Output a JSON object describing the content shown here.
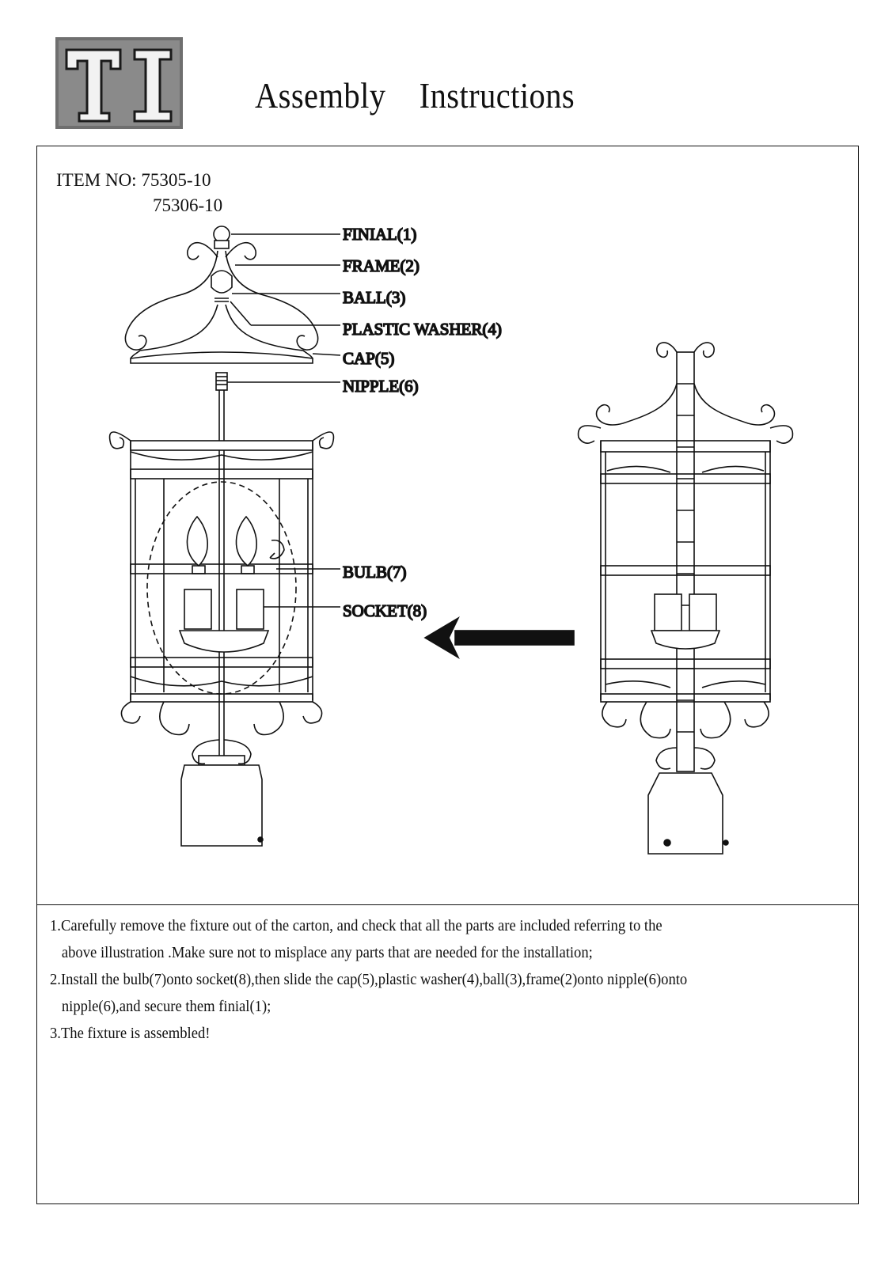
{
  "logo": {
    "text": "TI"
  },
  "header": {
    "title_word1": "Assembly",
    "title_word2": "Instructions"
  },
  "item": {
    "label": "ITEM NO:",
    "numbers": [
      "75305-10",
      "75306-10"
    ]
  },
  "parts": [
    "FINIAL(1)",
    "FRAME(2)",
    "BALL(3)",
    "PLASTIC WASHER(4)",
    "CAP(5)",
    "NIPPLE(6)",
    "BULB(7)",
    "SOCKET(8)"
  ],
  "instructions": [
    {
      "first": "1.Carefully remove the fixture out of the carton, and check that all the parts are included referring to the",
      "cont": "above illustration .Make sure not to misplace any parts that are needed for the installation;"
    },
    {
      "first": "2.Install the bulb(7)onto socket(8),then slide the cap(5),plastic washer(4),ball(3),frame(2)onto nipple(6)onto",
      "cont": "nipple(6),and secure them finial(1);"
    },
    {
      "first": "3.The fixture is assembled!",
      "cont": ""
    }
  ]
}
